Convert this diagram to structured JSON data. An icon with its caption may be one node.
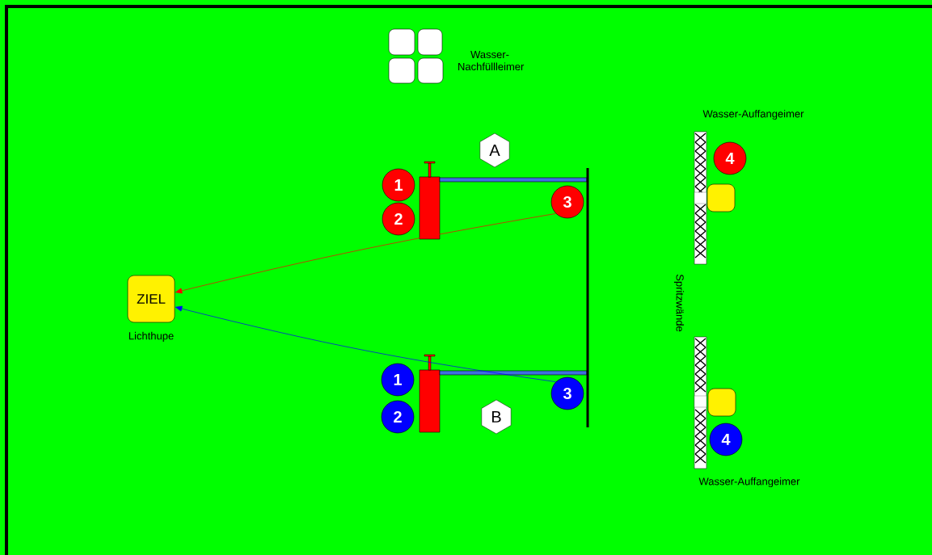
{
  "diagram": {
    "nodes": [
      {
        "text": [
          "ZIEL"
        ],
        "beside": [
          "Lichthupe"
        ]
      },
      {
        "text": [
          "1"
        ]
      },
      {
        "text": [
          "2"
        ]
      },
      {
        "text": [
          "3"
        ]
      },
      {
        "text": [
          "A"
        ]
      },
      {
        "text": [
          "1"
        ]
      },
      {
        "text": [
          "2"
        ]
      },
      {
        "text": [
          "3"
        ]
      },
      {
        "text": [
          "B"
        ]
      },
      {
        "text": [
          "4"
        ]
      },
      {
        "text": [],
        "shape": "box"
      },
      {
        "text": [],
        "shape": "box"
      },
      {
        "text": [
          "4"
        ]
      }
    ],
    "edges": [
      {
        "from": 3,
        "to": 0,
        "arrow": "to",
        "color": "#ff0000"
      },
      {
        "from": 7,
        "to": 0,
        "arrow": "to",
        "color": "#0000ff"
      }
    ],
    "labels": [
      "Wasser-Nachfüllleimer",
      "Wasser-Auffangeimer",
      "Spritzwände",
      "Wasser-Auffangeimer"
    ]
  }
}
